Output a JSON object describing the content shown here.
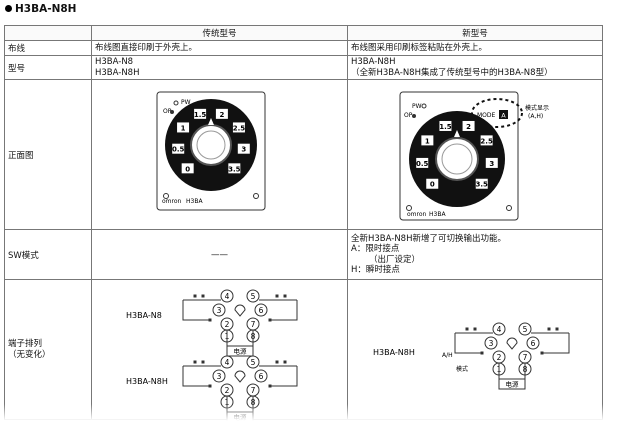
{
  "heading": "H3BA-N8H",
  "table": {
    "col_headers": [
      "传统型号",
      "新型号"
    ],
    "rows": [
      {
        "label": "布线",
        "old": [
          "布线图直接印刷于外壳上。"
        ],
        "new": [
          "布线图采用印刷标签粘贴在外壳上。"
        ]
      },
      {
        "label": "型号",
        "old": [
          "H3BA-N8",
          "H3BA-N8H"
        ],
        "new": [
          "H3BA-N8H",
          "（全新H3BA-N8H集成了传统型号中的H3BA-N8型）"
        ]
      },
      {
        "label": "正面图",
        "old": [],
        "new": []
      },
      {
        "label": "SW模式",
        "old": [
          "——"
        ],
        "new": [
          "全新H3BA-N8H新增了可切换输出功能。",
          "A：限时接点",
          "（出厂设定）",
          "H：瞬时接点"
        ]
      },
      {
        "label": "端子排列",
        "label2": "（无变化）",
        "old": [],
        "new": []
      }
    ]
  },
  "front_view": {
    "pw_label": "PW",
    "op_label": "OP",
    "dial_scale": [
      "0",
      "0.5",
      "1",
      "1.5",
      "2",
      "2.5",
      "3",
      "3.5"
    ],
    "brand": "omron",
    "model": "H3BA",
    "mode_label": "MODE",
    "mode_value": "A",
    "callout_line1": "模式显示",
    "callout_line2": "(A,H)"
  },
  "terminal": {
    "old_labels": [
      "H3BA-N8",
      "H3BA-N8H"
    ],
    "new_label": "H3BA-N8H",
    "pins": [
      "1",
      "2",
      "3",
      "4",
      "5",
      "6",
      "7",
      "8"
    ],
    "power_label": "电源",
    "mode_switch_label": "模式",
    "ah_label": "A/H"
  }
}
